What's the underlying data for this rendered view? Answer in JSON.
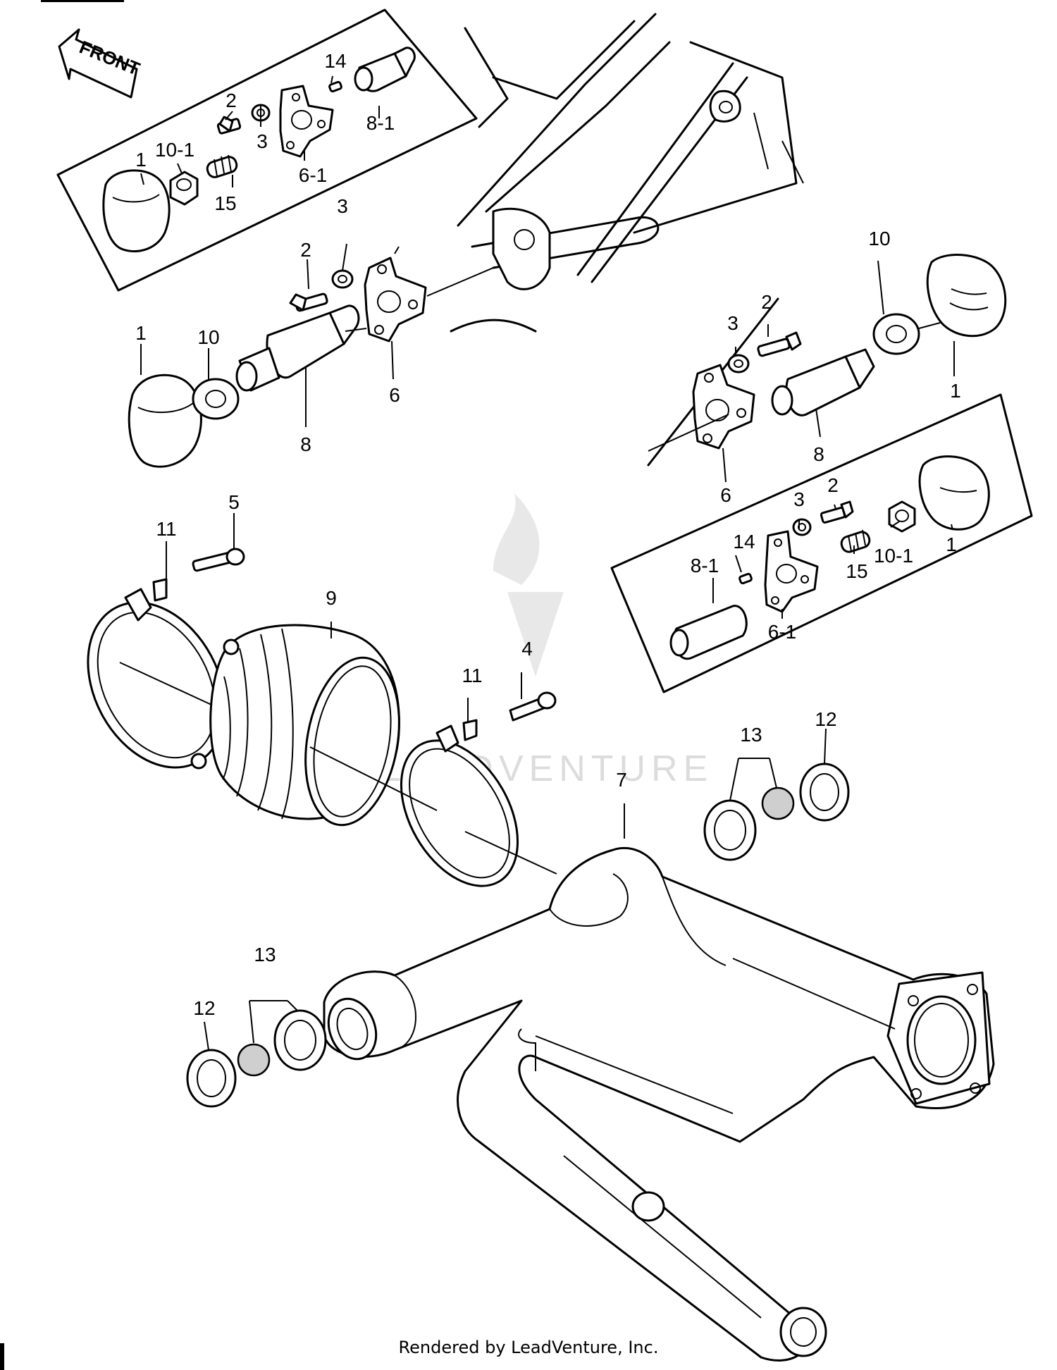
{
  "front_arrow": {
    "label": "FRONT"
  },
  "callouts": {
    "tl_1": "1",
    "tl_10_1": "10-1",
    "tl_2": "2",
    "tl_3": "3",
    "tl_14": "14",
    "tl_8_1": "8-1",
    "tl_6_1": "6-1",
    "tl_15": "15",
    "l_3": "3",
    "l_2": "2",
    "l_1": "1",
    "l_10": "10",
    "l_8": "8",
    "l_6": "6",
    "r_10": "10",
    "r_3": "3",
    "r_2": "2",
    "r_1": "1",
    "r_8": "8",
    "r_6": "6",
    "br_3": "3",
    "br_2": "2",
    "br_14": "14",
    "br_8_1": "8-1",
    "br_6_1": "6-1",
    "br_15": "15",
    "br_10_1": "10-1",
    "br_1": "1",
    "c_5": "5",
    "c_11a": "11",
    "c_9": "9",
    "c_4": "4",
    "c_11b": "11",
    "c_7": "7",
    "c_13a": "13",
    "c_12a": "12",
    "c_13b": "13",
    "c_12b": "12"
  },
  "watermark": "LEADVENTURE",
  "footer": {
    "credit": "Rendered by LeadVenture, Inc."
  }
}
